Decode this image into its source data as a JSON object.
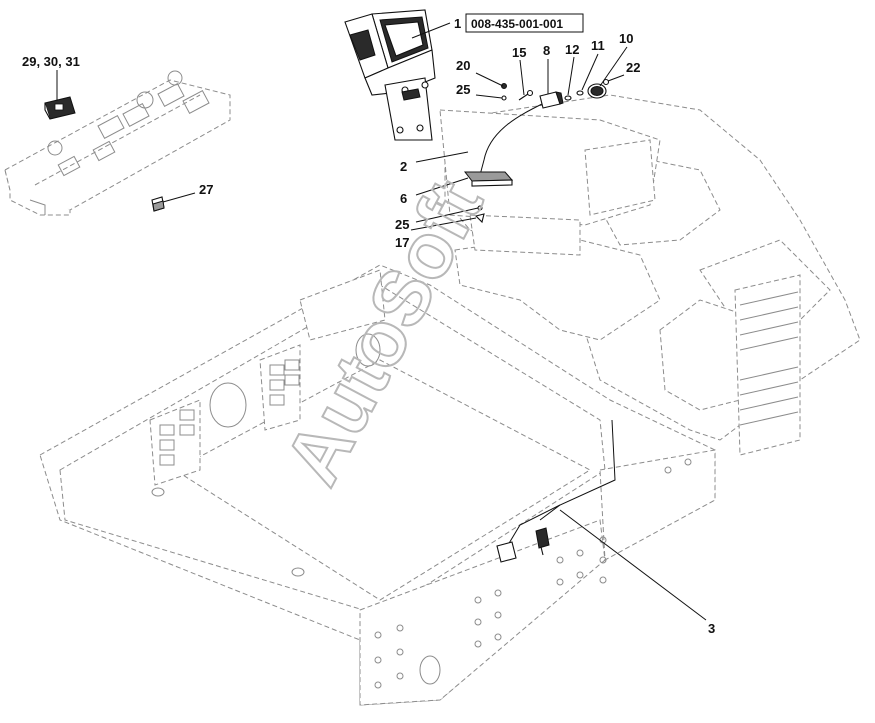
{
  "diagram": {
    "part_number": "008-435-001-001",
    "watermark": "AutoSoft",
    "callouts": {
      "c1": "1",
      "c2": "2",
      "c3": "3",
      "c6": "6",
      "c8": "8",
      "c10": "10",
      "c11": "11",
      "c12": "12",
      "c15": "15",
      "c17": "17",
      "c20": "20",
      "c22": "22",
      "c25a": "25",
      "c25b": "25",
      "c27": "27",
      "c29": "29, 30, 31"
    }
  }
}
